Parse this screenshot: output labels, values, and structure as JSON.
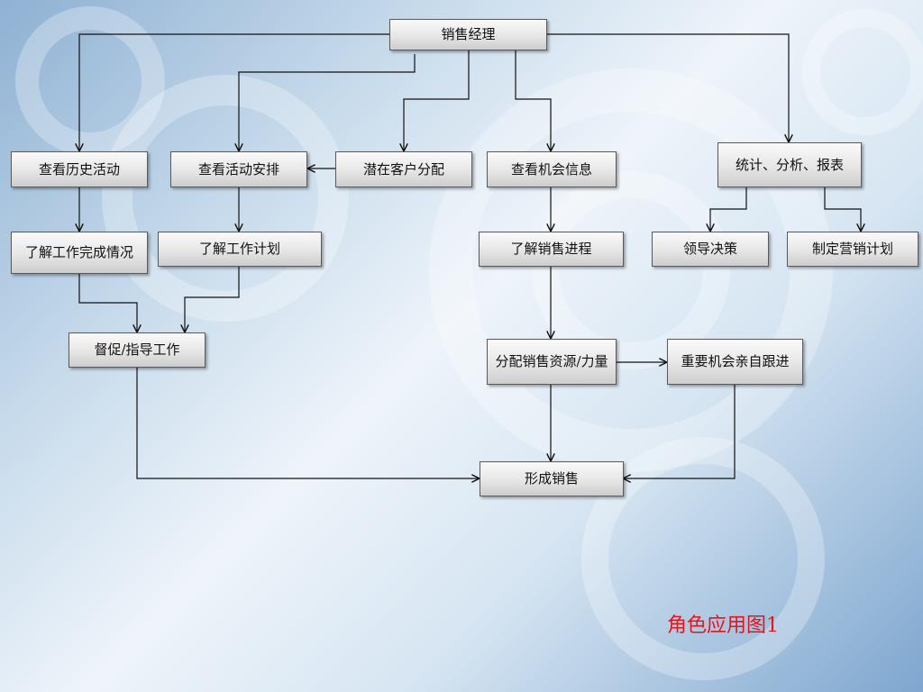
{
  "diagram": {
    "nodes": {
      "sales_manager": "销售经理",
      "view_history": "查看历史活动",
      "view_schedule": "查看活动安排",
      "assign_prospects": "潜在客户分配",
      "view_opportunity": "查看机会信息",
      "stats_report": "统计、分析、报表",
      "work_done": "了解工作完成情况",
      "work_plan": "了解工作计划",
      "sales_progress": "了解销售进程",
      "leader_decision": "领导决策",
      "marketing_plan": "制定营销计划",
      "supervise": "督促/指导工作",
      "allocate_resources": "分配销售资源/力量",
      "key_followup": "重要机会亲自跟进",
      "close_sale": "形成销售"
    },
    "caption": "角色应用图1"
  }
}
